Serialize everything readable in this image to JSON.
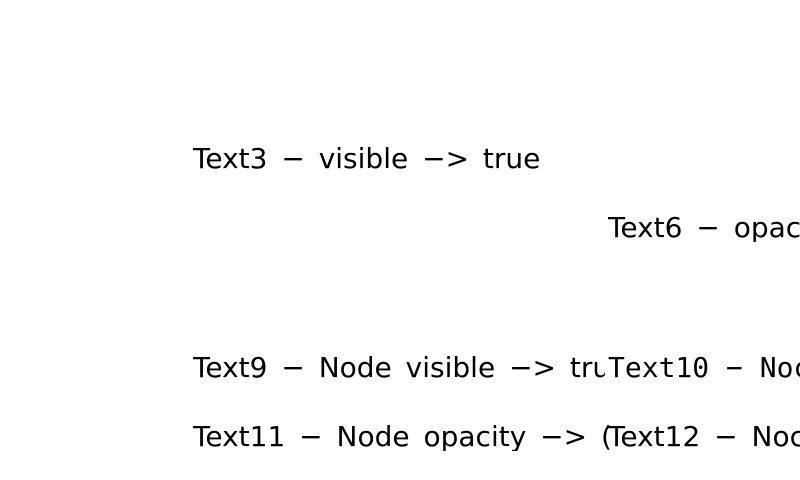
{
  "page": {
    "background_color": "#ffffff",
    "text_color": "#000000"
  },
  "labels": {
    "text3": "Text3 − visible −> true",
    "text6": "Text6 − opac",
    "text9": "Text9 − Node visible −> tru",
    "text10": "Text10 − Noc",
    "text11": "Text11 − Node opacity −> (",
    "text12": "Text12 − Noc"
  }
}
